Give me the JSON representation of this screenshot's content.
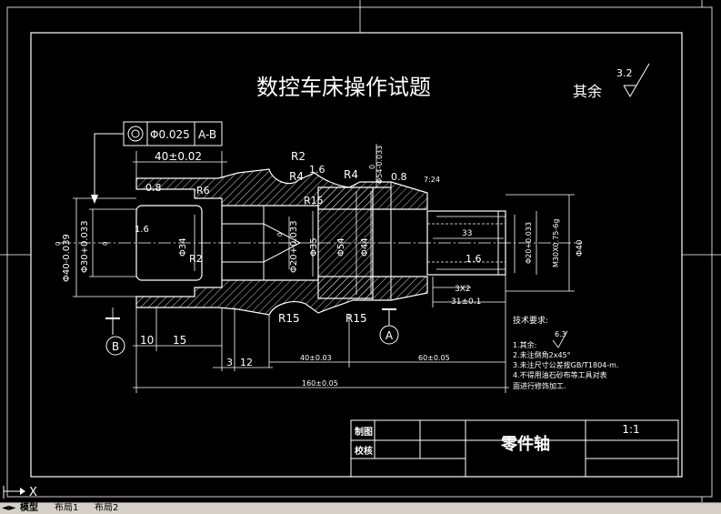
{
  "title": "数控车床操作试题",
  "roughness_note": {
    "label": "其余",
    "value": "3.2"
  },
  "tolerance_frame": {
    "value": "Φ0.025",
    "datum": "A-B"
  },
  "datums": {
    "b": "B",
    "a": "A"
  },
  "dimensions": {
    "d40_02": "40±0.02",
    "r2_top": "R2",
    "r4_left": "R4",
    "rough_16_top": "1.6",
    "r4_right": "R4",
    "d54_top": "Φ54-0.033",
    "d54_top_sup": "0",
    "chamfer_08_right": "0.8",
    "taper": "7:24",
    "chamfer_08_left": "0.8",
    "r6": "R6",
    "r15_mid": "R15",
    "rough_16_left": "1.6",
    "od40": "Φ40-0.039",
    "od40_sup": "0",
    "id30": "Φ30+0.033",
    "id30_sup": "0",
    "id34": "Φ34",
    "r2_inner": "R2",
    "id20": "Φ20+0.033",
    "id20_sup": "0",
    "d35": "Φ35",
    "d54": "Φ54",
    "d44": "Φ44",
    "len33": "33",
    "rough_16_thread": "1.6",
    "thread_bore": "Φ20+0.033",
    "thread": "M30X0.75-6g",
    "d40_right": "Φ40",
    "chamfer_3x2": "3X2",
    "len31": "31±0.1",
    "r15_left": "R15",
    "r15_right": "R15",
    "len10": "10",
    "len15": "15",
    "len3": "3",
    "len12": "12",
    "len40_03": "40±0.03",
    "len60": "60±0.05",
    "len160": "160±0.05"
  },
  "tech_requirements": {
    "heading": "技术要求:",
    "roughness": "6.3",
    "items": [
      "1.其余:",
      "2.未注倒角2x45°",
      "3.未注尺寸公差按GB/T1804-m.",
      "4.不得用油石砂布等工具对表",
      "  面进行修饰加工."
    ]
  },
  "title_block": {
    "drawn_label": "制图",
    "checked_label": "校核",
    "part_name": "零件轴",
    "scale": "1:1"
  },
  "ucs_label": "X",
  "tabs": [
    "模型",
    "布局1",
    "布局2"
  ],
  "colors": {
    "background": "#000000",
    "line": "#ffffff",
    "accent": "#ffff00"
  }
}
